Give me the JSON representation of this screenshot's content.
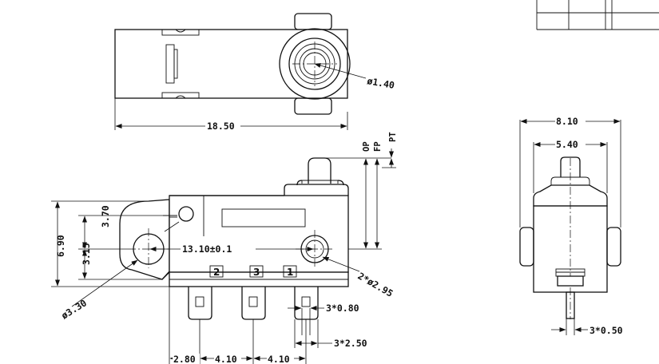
{
  "top_view": {
    "length_label": "18.50",
    "hole_label": "ø1.40"
  },
  "side_view": {
    "height_label": "6.90",
    "dim_370_label": "3.70",
    "dim_315_label": "3.15",
    "center_distance_label": "13.10±0.1",
    "mount_hole_label": "ø3.30",
    "mount_holes_label": "2*ø2.95",
    "op_label": "OP",
    "fp_label": "FP",
    "pt_label": "PT",
    "pins": [
      "2",
      "3",
      "1"
    ],
    "pin_width_label": "3*0.80",
    "pin_length_label": "3*2.50",
    "pitch_start_label": "2.80",
    "pitch1_label": "4.10",
    "pitch2_label": "4.10"
  },
  "end_view": {
    "width_label": "8.10",
    "inner_width_label": "5.40",
    "pin_thickness_label": "3*0.50"
  }
}
